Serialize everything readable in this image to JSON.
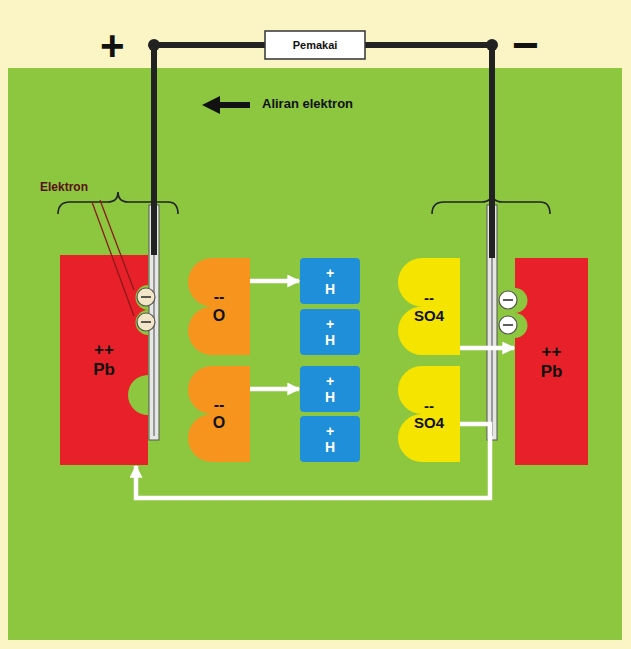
{
  "diagram": {
    "nodes": [
      {
        "text": [
          "Pemakai"
        ]
      },
      {
        "text": [
          "++ Pb"
        ]
      },
      {
        "text": [
          "-- O"
        ]
      },
      {
        "text": [
          "-- O"
        ]
      },
      {
        "text": [
          "+ H"
        ]
      },
      {
        "text": [
          "+ H"
        ]
      },
      {
        "text": [
          "+ H"
        ]
      },
      {
        "text": [
          "+ H"
        ]
      },
      {
        "text": [
          "-- SO4"
        ]
      },
      {
        "text": [
          "-- SO4"
        ]
      },
      {
        "text": [
          "++ Pb"
        ]
      }
    ],
    "edges": [
      {
        "from": 1,
        "to": 0,
        "arrow": "none"
      },
      {
        "from": 0,
        "to": 10,
        "arrow": "none"
      },
      {
        "from": 2,
        "to": 4,
        "arrow": "to"
      },
      {
        "from": 3,
        "to": 6,
        "arrow": "to"
      },
      {
        "from": 8,
        "to": 10,
        "arrow": "to"
      },
      {
        "from": 9,
        "to": 1,
        "arrow": "to"
      }
    ],
    "labels": [
      "+",
      "−",
      "Aliran elektron",
      "Elektron"
    ]
  }
}
